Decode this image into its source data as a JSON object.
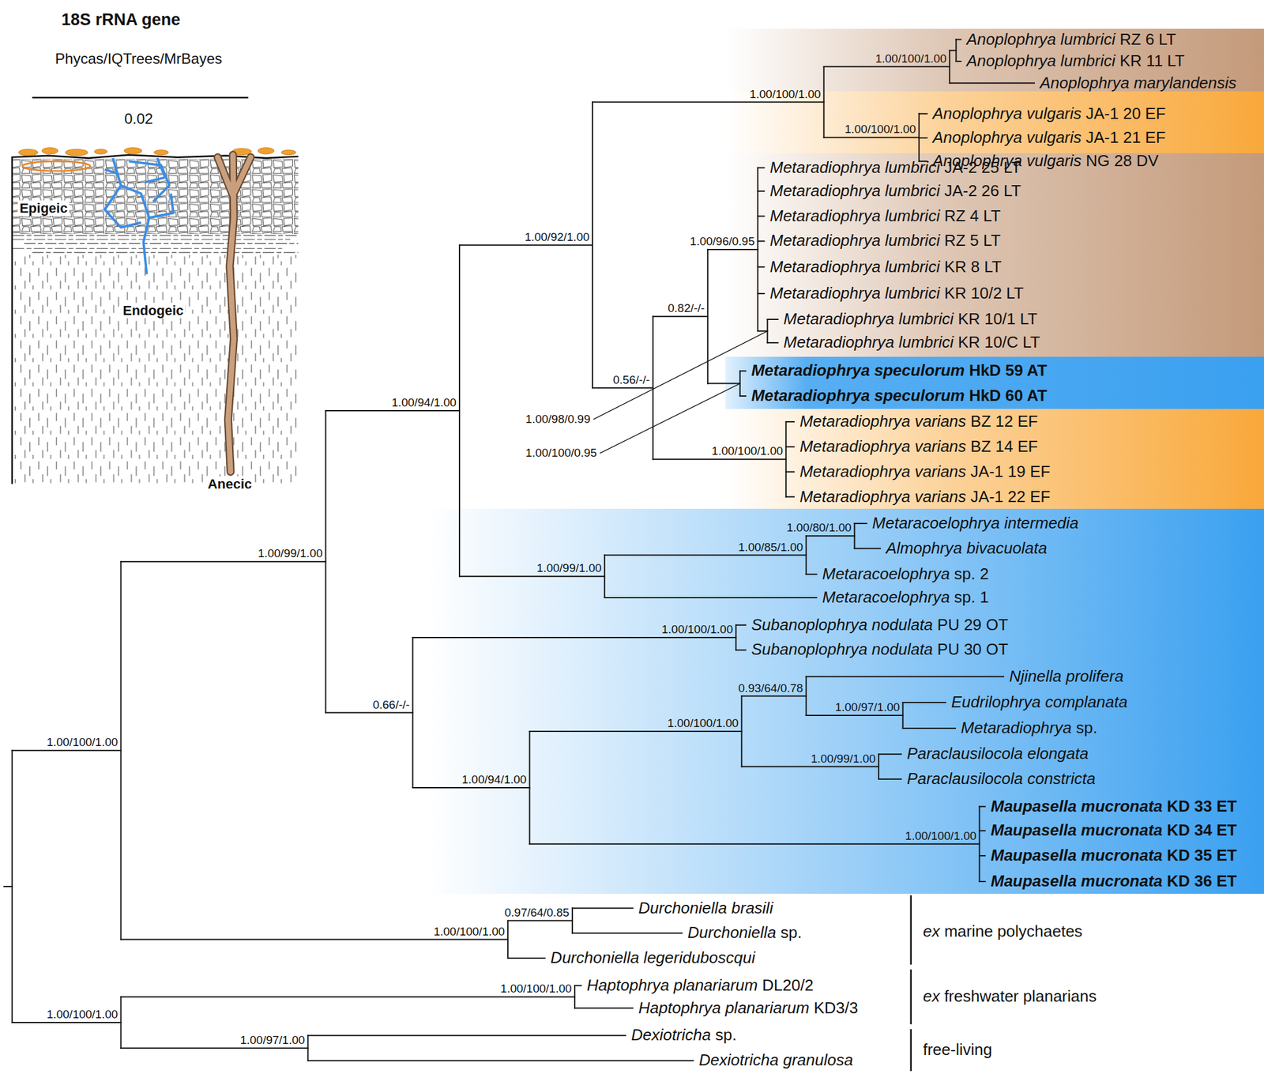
{
  "diagram": {
    "title": "18S rRNA gene",
    "nodes": [
      {
        "text": [
          "Anoplophrya lumbrici RZ 6 LT",
          "Anoplophrya lumbrici KR 11 LT",
          "Anoplophrya marylandensis"
        ]
      },
      {
        "text": [
          "Anoplophrya vulgaris JA-1 20 EF",
          "Anoplophrya vulgaris JA-1 21 EF",
          "Anoplophrya vulgaris NG 28 DV"
        ]
      },
      {
        "text": [
          "Metaradiophrya lumbrici JA-2 25 LT",
          "Metaradiophrya lumbrici JA-2 26 LT",
          "Metaradiophrya lumbrici RZ 4 LT",
          "Metaradiophrya lumbrici RZ 5 LT",
          "Metaradiophrya lumbrici KR 8 LT",
          "Metaradiophrya lumbrici KR 10/2 LT",
          "Metaradiophrya lumbrici KR 10/1 LT",
          "Metaradiophrya lumbrici KR 10/C LT"
        ]
      },
      {
        "text": [
          "Metaradiophrya speculorum HkD 59 AT",
          "Metaradiophrya speculorum HkD 60 AT"
        ]
      },
      {
        "text": [
          "Metaradiophrya varians BZ 12 EF",
          "Metaradiophrya varians BZ 14 EF",
          "Metaradiophrya varians JA-1 19 EF",
          "Metaradiophrya varians JA-1 22 EF"
        ]
      },
      {
        "text": [
          "Metaracoelophrya intermedia",
          "Almophrya bivacuolata",
          "Metaracoelophrya sp. 2",
          "Metaracoelophrya sp. 1",
          "Subanoplophrya nodulata PU 29 OT",
          "Subanoplophrya nodulata PU 30 OT",
          "Njinella prolifera",
          "Eudrilophrya complanata",
          "Metaradiophrya sp.",
          "Paraclausilocola elongata",
          "Paraclausilocola constricta",
          "Maupasella mucronata KD 33 ET",
          "Maupasella mucronata KD 34 ET",
          "Maupasella mucronata KD 35 ET",
          "Maupasella mucronata KD 36 ET"
        ]
      }
    ],
    "labels": [
      "Phycas/IQTrees/MrBayes",
      "0.02",
      "Epigeic",
      "Endogeic",
      "Anecic",
      "1.00/100/1.00",
      "1.00/100/1.00",
      "1.00/100/1.00",
      "1.00/92/1.00",
      "1.00/96/0.95",
      "0.82/-/-",
      "0.56/-/-",
      "1.00/94/1.00",
      "1.00/98/0.99",
      "1.00/100/1.00",
      "1.00/100/0.95",
      "1.00/80/1.00",
      "1.00/99/1.00",
      "1.00/85/1.00",
      "1.00/99/1.00",
      "1.00/100/1.00",
      "0.93/64/0.78",
      "0.66/-/-",
      "1.00/97/1.00",
      "1.00/100/1.00",
      "1.00/100/1.00",
      "1.00/99/1.00",
      "1.00/94/1.00",
      "1.00/100/1.00",
      "0.97/64/0.85",
      "1.00/100/1.00",
      "1.00/100/1.00",
      "1.00/100/1.00",
      "1.00/97/1.00",
      "Durchoniella brasili",
      "Durchoniella sp.",
      "Durchoniella legeriduboscqui",
      "Haptophrya planariarum DL20/2",
      "Haptophrya planariarum KD3/3",
      "Dexiotricha sp.",
      "Dexiotricha granulosa",
      "ex marine polychaetes",
      "ex freshwater planarians",
      "free-living"
    ]
  }
}
